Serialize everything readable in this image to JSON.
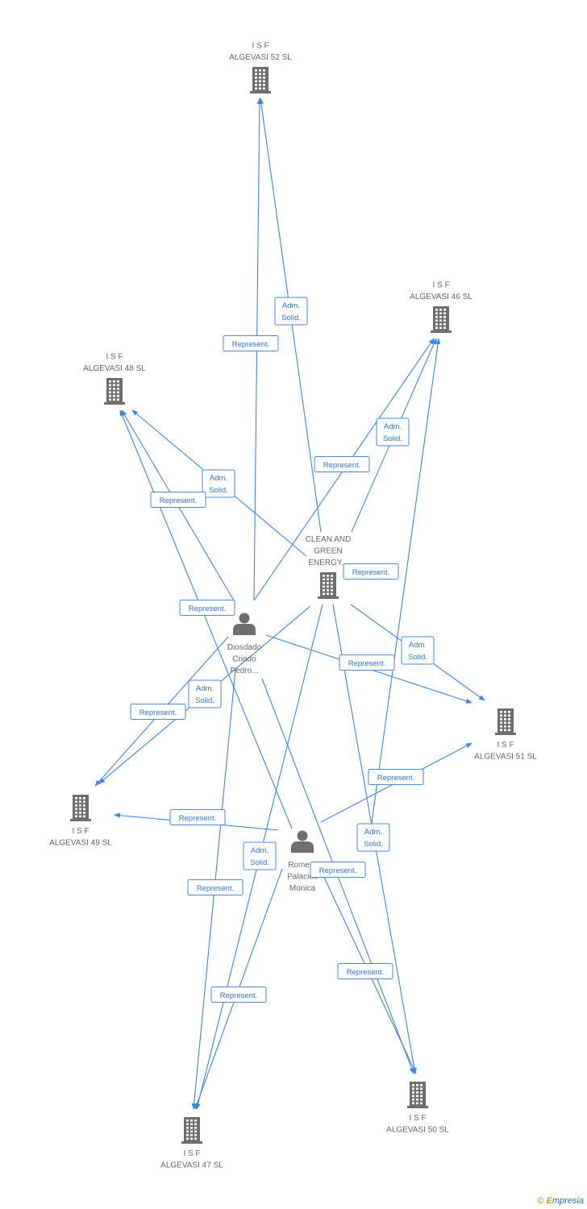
{
  "colors": {
    "edge": "#3f86de",
    "label": "#2f73c9",
    "node": "#666666"
  },
  "nodes": [
    {
      "id": "isf52",
      "kind": "company",
      "icon": "building-icon",
      "lines": [
        "I S F",
        "ALGEVASI 52 SL"
      ]
    },
    {
      "id": "isf46",
      "kind": "company",
      "icon": "building-icon",
      "lines": [
        "I S F",
        "ALGEVASI 46 SL"
      ]
    },
    {
      "id": "isf48",
      "kind": "company",
      "icon": "building-icon",
      "lines": [
        "I S F",
        "ALGEVASI 48 SL"
      ]
    },
    {
      "id": "clean",
      "kind": "company",
      "icon": "building-icon",
      "lines": [
        "CLEAN AND",
        "GREEN",
        "ENERGY..."
      ]
    },
    {
      "id": "diosdado",
      "kind": "person",
      "icon": "person-icon",
      "lines": [
        "Diosdado",
        "Criado",
        "Pedro..."
      ]
    },
    {
      "id": "isf51",
      "kind": "company",
      "icon": "building-icon",
      "lines": [
        "I S F",
        "ALGEVASI 51 SL"
      ]
    },
    {
      "id": "isf49",
      "kind": "company",
      "icon": "building-icon",
      "lines": [
        "I S F",
        "ALGEVASI 49 SL"
      ]
    },
    {
      "id": "romero",
      "kind": "person",
      "icon": "person-icon",
      "lines": [
        "Romero",
        "Palacios",
        "Monica"
      ]
    },
    {
      "id": "isf50",
      "kind": "company",
      "icon": "building-icon",
      "lines": [
        "I S F",
        "ALGEVASI 50 SL"
      ]
    },
    {
      "id": "isf47",
      "kind": "company",
      "icon": "building-icon",
      "lines": [
        "I S F",
        "ALGEVASI 47 SL"
      ]
    }
  ],
  "edges": [
    {
      "from": "diosdado",
      "to": "isf52",
      "lines": [
        "Represent."
      ]
    },
    {
      "from": "clean",
      "to": "isf52",
      "lines": [
        "Adm.",
        "Solid."
      ]
    },
    {
      "from": "diosdado",
      "to": "isf46",
      "lines": [
        "Represent."
      ]
    },
    {
      "from": "clean",
      "to": "isf46",
      "lines": [
        "Adm.",
        "Solid."
      ]
    },
    {
      "from": "romero",
      "to": "isf46",
      "lines": [
        "Represent."
      ]
    },
    {
      "from": "clean",
      "to": "isf48",
      "lines": [
        "Adm.",
        "Solid."
      ]
    },
    {
      "from": "diosdado",
      "to": "isf48",
      "lines": [
        "Represent."
      ]
    },
    {
      "from": "romero",
      "to": "isf48",
      "lines": [
        "Represent."
      ]
    },
    {
      "from": "clean",
      "to": "isf51",
      "lines": [
        "Adm.",
        "Solid."
      ]
    },
    {
      "from": "diosdado",
      "to": "isf51",
      "lines": [
        "Represent."
      ]
    },
    {
      "from": "romero",
      "to": "isf51",
      "lines": [
        "Represent."
      ]
    },
    {
      "from": "clean",
      "to": "isf49",
      "lines": [
        "Adm.",
        "Solid."
      ]
    },
    {
      "from": "diosdado",
      "to": "isf49",
      "lines": [
        "Represent."
      ]
    },
    {
      "from": "romero",
      "to": "isf49",
      "lines": [
        "Represent."
      ]
    },
    {
      "from": "clean",
      "to": "isf47",
      "lines": [
        "Adm.",
        "Solid."
      ]
    },
    {
      "from": "diosdado",
      "to": "isf47",
      "lines": [
        "Represent."
      ]
    },
    {
      "from": "romero",
      "to": "isf47",
      "lines": [
        "Represent."
      ]
    },
    {
      "from": "clean",
      "to": "isf50",
      "lines": [
        "Adm.",
        "Solid."
      ]
    },
    {
      "from": "diosdado",
      "to": "isf50",
      "lines": [
        "Represent."
      ]
    },
    {
      "from": "romero",
      "to": "isf50",
      "lines": [
        "Represent."
      ]
    }
  ],
  "brand": {
    "copyright": "©",
    "initial": "E",
    "rest": "mpresia"
  }
}
